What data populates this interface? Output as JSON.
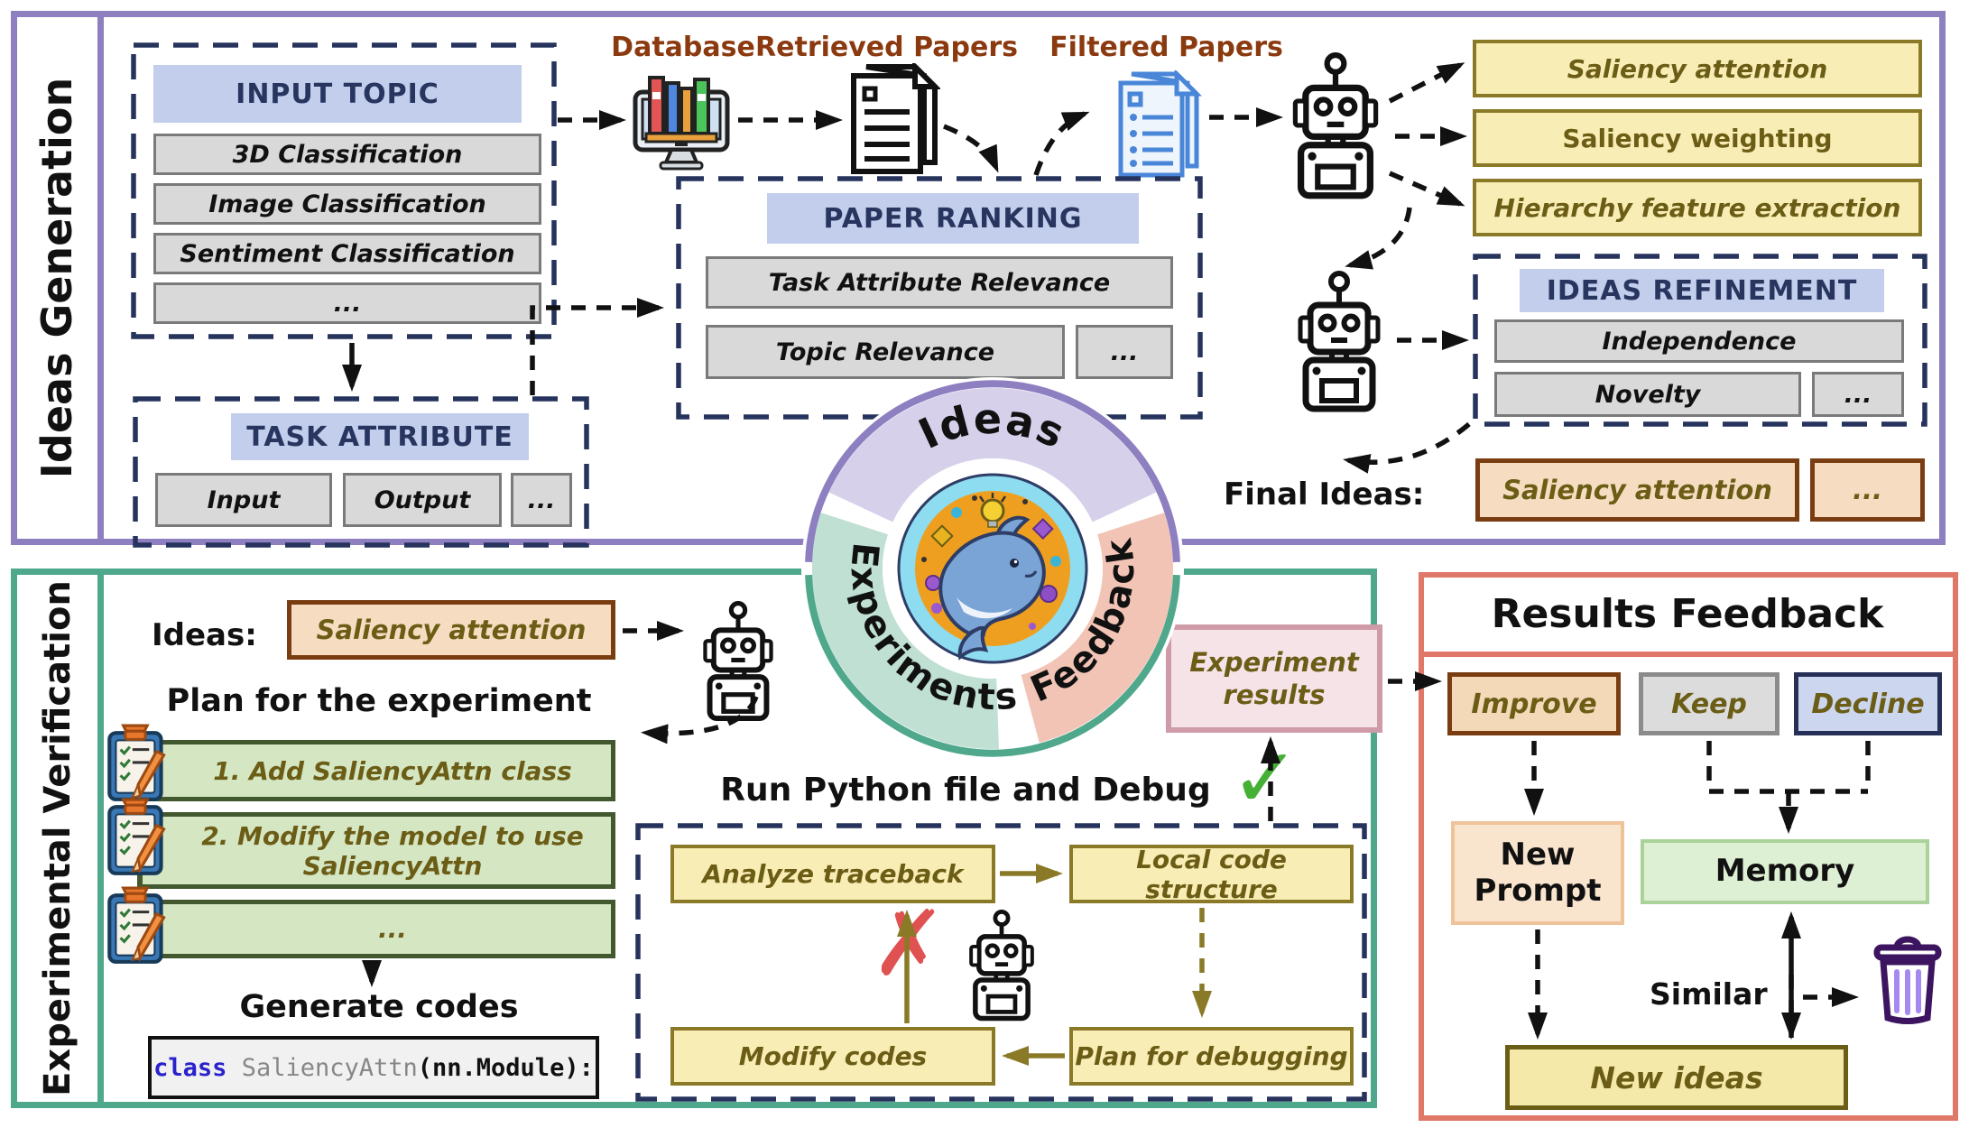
{
  "panels": {
    "ideas_generation": {
      "label": "Ideas Generation"
    },
    "experimental_verification": {
      "label": "Experimental Verification"
    },
    "results_feedback": {
      "title": "Results Feedback"
    }
  },
  "pipeline": {
    "database": "Database",
    "retrieved": "Retrieved Papers",
    "filtered": "Filtered Papers"
  },
  "input_topic": {
    "header": "INPUT TOPIC",
    "rows": [
      "3D Classification",
      "Image Classification",
      "Sentiment Classification",
      "..."
    ]
  },
  "task_attribute": {
    "header": "TASK ATTRIBUTE",
    "rows": [
      "Input",
      "Output",
      "..."
    ]
  },
  "paper_ranking": {
    "header": "PAPER RANKING",
    "rows": [
      "Task Attribute Relevance",
      "Topic Relevance",
      "..."
    ]
  },
  "generated_ideas": [
    "Saliency attention",
    "Saliency weighting",
    "Hierarchy feature extraction"
  ],
  "ideas_refinement": {
    "header": "IDEAS REFINEMENT",
    "rows": [
      "Independence",
      "Novelty",
      "..."
    ]
  },
  "final_ideas": {
    "label": "Final Ideas:",
    "idea": "Saliency attention",
    "more": "..."
  },
  "cycle": {
    "ideas": "Ideas",
    "experiments": "Experiments",
    "feedback": "Feedback"
  },
  "verification": {
    "ideas_label": "Ideas:",
    "idea": "Saliency attention",
    "plan_title": "Plan for the experiment",
    "steps": [
      "1. Add SaliencyAttn class",
      "2. Modify the model to use SaliencyAttn",
      "..."
    ],
    "generate_label": "Generate codes",
    "code": {
      "kw": "class",
      "name": " SaliencyAttn",
      "rest": "(nn.Module):"
    }
  },
  "debug": {
    "title": "Run Python file and Debug",
    "boxes": [
      "Analyze traceback",
      "Local code structure",
      "Modify codes",
      "Plan for debugging"
    ]
  },
  "feedback": {
    "experiment_results": "Experiment results",
    "options": [
      "Improve",
      "Keep",
      "Decline"
    ],
    "new_prompt": "New Prompt",
    "memory": "Memory",
    "similar": "Similar",
    "new_ideas": "New ideas",
    "check_glyph": "✓",
    "cross_glyph": "✗"
  },
  "colors": {
    "ideas_border": "#8d7fc0",
    "verification_border": "#4fa88c",
    "feedback_border": "#e0786a",
    "dashed_navy": "#26335c",
    "idea_yellow": "#f8edb4",
    "olive": "#8a7a28",
    "success_green": "#45b035",
    "error_red": "#e05252"
  }
}
